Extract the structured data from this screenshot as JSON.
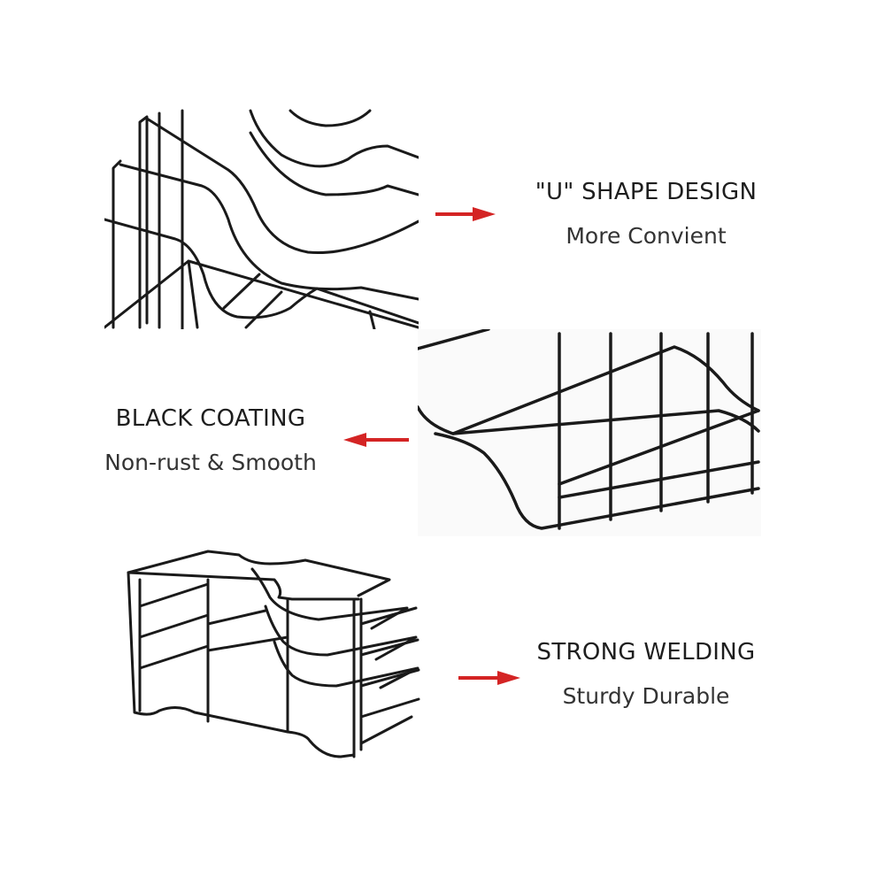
{
  "features": [
    {
      "title": "\"U\" SHAPE DESIGN",
      "subtitle": "More Convient"
    },
    {
      "title": "BLACK COATING",
      "subtitle": "Non-rust & Smooth"
    },
    {
      "title": "STRONG WELDING",
      "subtitle": "Sturdy Durable"
    }
  ],
  "colors": {
    "arrow": "#d42424",
    "wire": "#1a1a1a",
    "text": "#222222",
    "background": "#ffffff"
  },
  "icons": {
    "arrow_right": "arrow-right-icon",
    "arrow_left": "arrow-left-icon"
  }
}
